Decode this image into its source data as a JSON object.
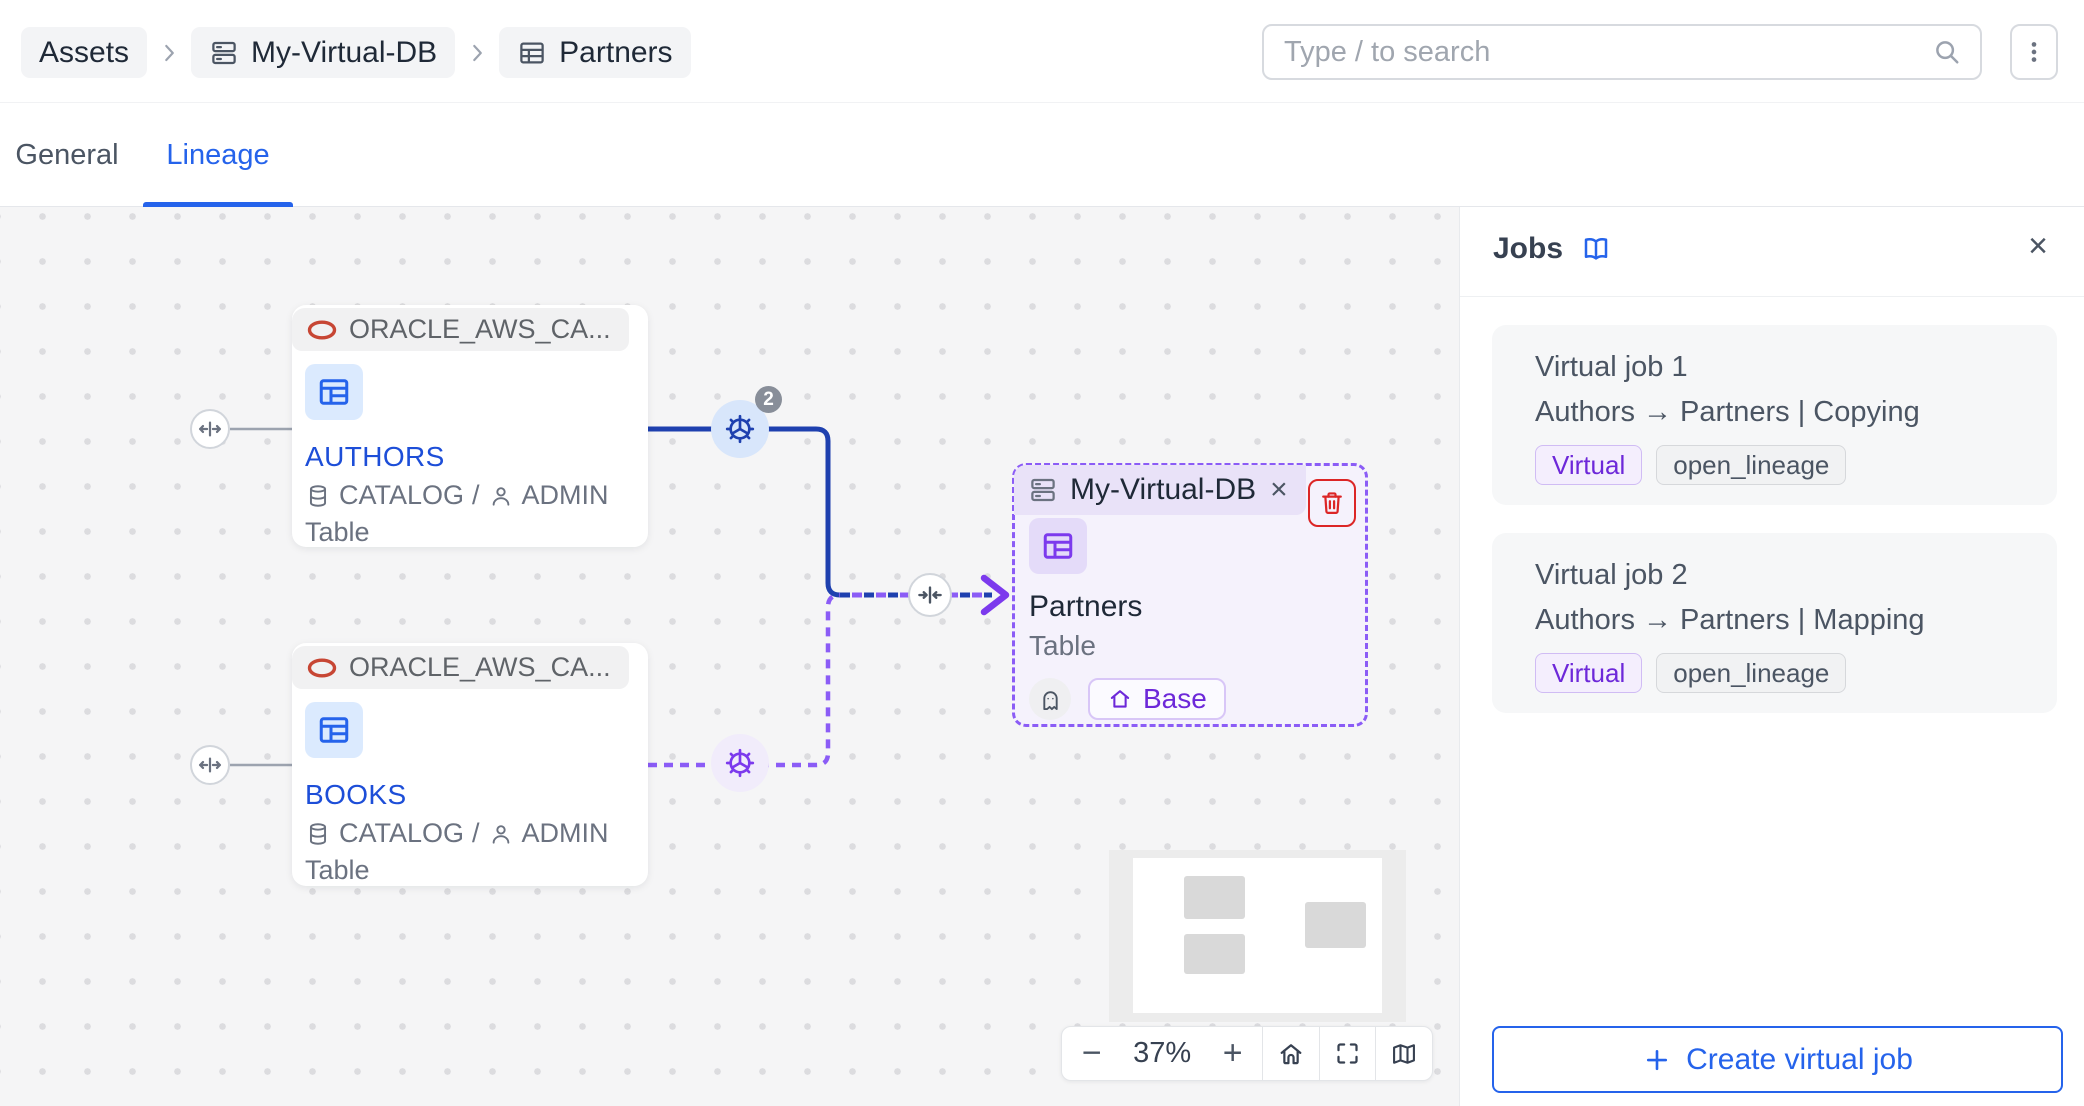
{
  "header": {
    "breadcrumb": {
      "items": [
        {
          "label": "Assets"
        },
        {
          "label": "My-Virtual-DB"
        },
        {
          "label": "Partners"
        }
      ]
    },
    "search_placeholder": "Type / to search"
  },
  "tabs": {
    "items": [
      {
        "label": "General"
      },
      {
        "label": "Lineage"
      }
    ]
  },
  "canvas": {
    "nodes": {
      "authors": {
        "source": "ORACLE_AWS_CA...",
        "title": "AUTHORS",
        "catalog": "CATALOG",
        "sep": "/",
        "owner": "ADMIN",
        "type": "Table"
      },
      "books": {
        "source": "ORACLE_AWS_CA...",
        "title": "BOOKS",
        "catalog": "CATALOG",
        "sep": "/",
        "owner": "ADMIN",
        "type": "Table"
      },
      "partners": {
        "db": "My-Virtual-DB",
        "close": "×",
        "title": "Partners",
        "type": "Table",
        "base_badge": "Base"
      }
    },
    "edge_badge": "2",
    "toolbar": {
      "minus": "−",
      "zoom": "37%",
      "plus": "+"
    }
  },
  "jobs_panel": {
    "title": "Jobs",
    "close": "×",
    "cards": [
      {
        "name": "Virtual job 1",
        "description": "Authors → Partners | Copying",
        "badges": [
          "Virtual",
          "open_lineage"
        ]
      },
      {
        "name": "Virtual job 2",
        "description": "Authors → Partners | Mapping",
        "badges": [
          "Virtual",
          "open_lineage"
        ]
      }
    ],
    "create_label": "Create virtual job"
  },
  "colors": {
    "accent_blue": "#2563eb",
    "edge_navy": "#1e40af",
    "purple": "#7c3aed",
    "light_purple_bg": "#f5f2fc",
    "oracle_red": "#c74634",
    "trash_red": "#dc2626"
  }
}
